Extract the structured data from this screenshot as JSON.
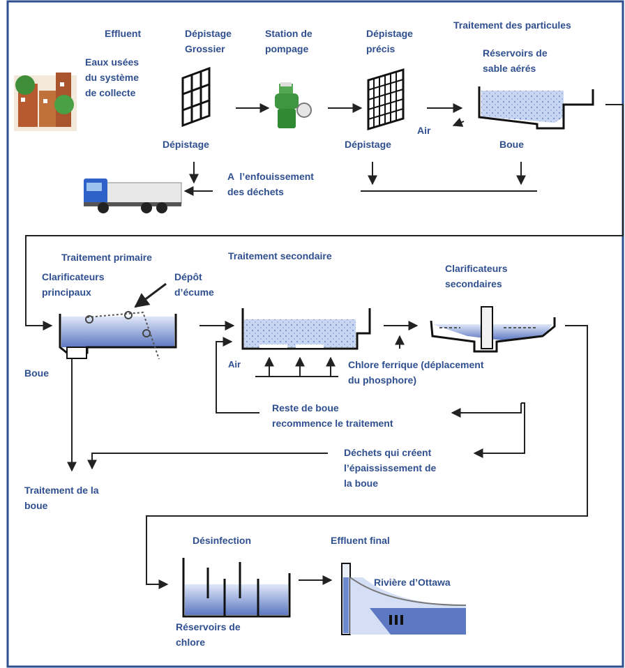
{
  "colors": {
    "frame": "#2f4f8f",
    "text": "#2f4f8f",
    "water_light": "#c9d6f2",
    "water_dark": "#5d78c2",
    "line": "#222222"
  },
  "stage1": {
    "effluent": "Effluent",
    "source": [
      "Eaux usées",
      "du système",
      "de collecte"
    ],
    "coarse_screen": [
      "Dépistage",
      "Grossier"
    ],
    "pumping": [
      "Station de",
      "pompage"
    ],
    "fine_screen": [
      "Dépistage",
      "précis"
    ],
    "particles": "Traitement des particules",
    "grit_tanks": [
      "Réservoirs de",
      "sable aérés"
    ],
    "air": "Air",
    "screenings_1": "Dépistage",
    "screenings_2": "Dépistage",
    "sludge": "Boue",
    "landfill": [
      "A  l’enfouissement",
      "des déchets"
    ]
  },
  "stage2": {
    "primary": "Traitement primaire",
    "primary_clarifiers": [
      "Clarificateurs",
      "principaux"
    ],
    "scum": [
      "Dépôt",
      "d’écume"
    ],
    "secondary": "Traitement secondaire",
    "secondary_clarifiers": [
      "Clarificateurs",
      "secondaires"
    ],
    "sludge": "Boue",
    "air": "Air",
    "ferric": [
      "Chlore ferrique (déplacement",
      "du phosphore)"
    ],
    "return_sludge": [
      "Reste de boue",
      "recommence le traitement"
    ],
    "waste_sludge": [
      "Déchets qui créent",
      "l’épaississement de",
      "la boue"
    ],
    "sludge_treatment": [
      "Traitement de la",
      "boue"
    ]
  },
  "stage3": {
    "disinfection": "Désinfection",
    "final_effluent": "Effluent final",
    "river": "Rivière d’Ottawa",
    "chlorine_tanks": [
      "Réservoirs de",
      "chlore"
    ]
  }
}
